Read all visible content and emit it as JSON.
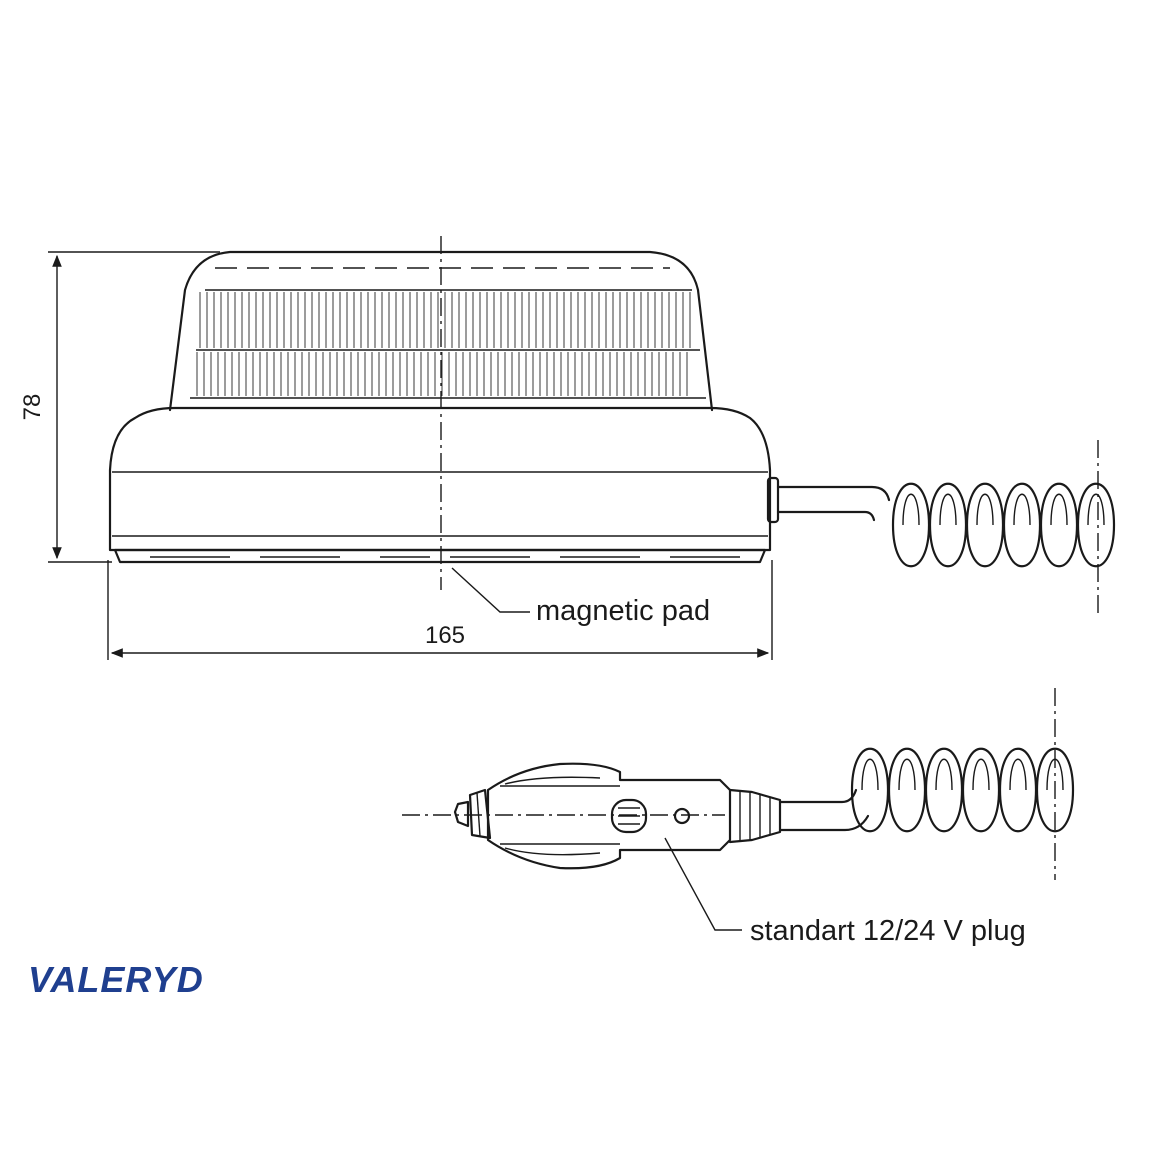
{
  "dimensions": {
    "height": "78",
    "width": "165"
  },
  "callouts": {
    "pad": "magnetic pad",
    "plug": "standart 12/24 V plug"
  },
  "brand": {
    "logo_text": "VALERYD",
    "color": "#1f3f8f"
  },
  "line_color": "#1a1a1a"
}
